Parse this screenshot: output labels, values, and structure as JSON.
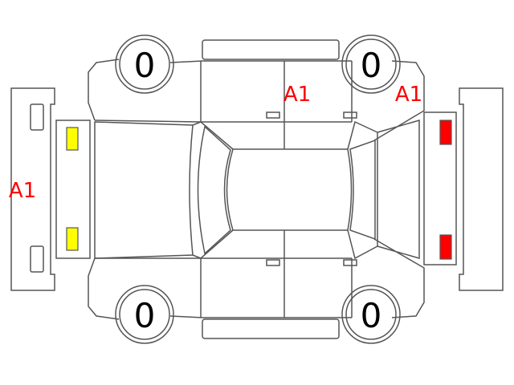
{
  "colors": {
    "outline": "#555555",
    "damage_mark": "#ff0000",
    "front_lamp": "#ffff00",
    "rear_lamp": "#ff0000",
    "text": "#000000"
  },
  "tires": {
    "front_left": "0",
    "rear_left": "0",
    "front_right": "0",
    "rear_right": "0"
  },
  "marks": {
    "front_bumper": "A1",
    "left_rear_door": "A1",
    "left_rear_fender": "A1"
  }
}
